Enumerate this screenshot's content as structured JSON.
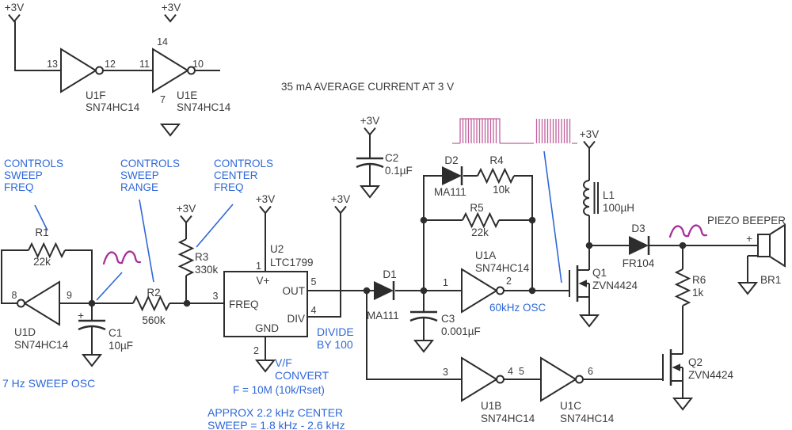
{
  "colors": {
    "wire": "#2d2d2d",
    "label": "#3c3c3c",
    "annotation_blue": "#2f68d8",
    "waveform_pink": "#c0619e",
    "waveform_magenta": "#a8309a",
    "background": "#ffffff"
  },
  "power_rail": "+3V",
  "note_top": "35 mA AVERAGE CURRENT AT 3 V",
  "annotations": {
    "sweep_freq": [
      "CONTROLS",
      "SWEEP",
      "FREQ"
    ],
    "sweep_range": [
      "CONTROLS",
      "SWEEP",
      "RANGE"
    ],
    "center_freq": [
      "CONTROLS",
      "CENTER",
      "FREQ"
    ],
    "sweep_osc": "7 Hz SWEEP OSC",
    "divide_1": "DIVIDE",
    "divide_2": "BY 100",
    "vf_1": "V/F",
    "vf_2": "CONVERT",
    "formula": "F = 10M (10k/Rset)",
    "approx_center": "APPROX 2.2 kHz CENTER",
    "sweep_span": "SWEEP = 1.8 kHz - 2.6 kHz",
    "osc_60k": "60kHz OSC",
    "piezo": "PIEZO BEEPER"
  },
  "gates": {
    "u1f": {
      "ref": "U1F",
      "part": "SN74HC14",
      "pin_in": "13",
      "pin_out": "12"
    },
    "u1e": {
      "ref": "U1E",
      "part": "SN74HC14",
      "pin_in": "11",
      "pin_out": "10",
      "pin_vcc": "14",
      "pin_gnd": "7"
    },
    "u1d": {
      "ref": "U1D",
      "part": "SN74HC14",
      "pin_in": "9",
      "pin_out": "8"
    },
    "u1a": {
      "ref": "U1A",
      "part": "SN74HC14",
      "pin_in": "1",
      "pin_out": "2"
    },
    "u1b": {
      "ref": "U1B",
      "part": "SN74HC14",
      "pin_in": "3",
      "pin_out": "4"
    },
    "u1c": {
      "ref": "U1C",
      "part": "SN74HC14",
      "pin_in": "5",
      "pin_out": "6"
    }
  },
  "u2": {
    "ref": "U2",
    "part": "LTC1799",
    "pin_vplus": "1",
    "pin_gnd": "2",
    "pin_freq": "3",
    "pin_div": "4",
    "pin_out": "5",
    "pad_vplus": "V+",
    "pad_out": "OUT",
    "pad_freq": "FREQ",
    "pad_div": "DIV",
    "pad_gnd": "GND"
  },
  "resistors": {
    "r1": {
      "ref": "R1",
      "value": "22k"
    },
    "r2": {
      "ref": "R2",
      "value": "560k"
    },
    "r3": {
      "ref": "R3",
      "value": "330k"
    },
    "r4": {
      "ref": "R4",
      "value": "10k"
    },
    "r5": {
      "ref": "R5",
      "value": "22k"
    },
    "r6": {
      "ref": "R6",
      "value": "1k"
    }
  },
  "capacitors": {
    "c1": {
      "ref": "C1",
      "value": "10µF",
      "polarity": "+"
    },
    "c2": {
      "ref": "C2",
      "value": "0.1µF"
    },
    "c3": {
      "ref": "C3",
      "value": "0.001µF"
    }
  },
  "diodes": {
    "d1": {
      "ref": "D1",
      "part": "MA111"
    },
    "d2": {
      "ref": "D2",
      "part": "MA111"
    },
    "d3": {
      "ref": "D3",
      "part": "FR104"
    }
  },
  "transistors": {
    "q1": {
      "ref": "Q1",
      "part": "ZVN4424"
    },
    "q2": {
      "ref": "Q2",
      "part": "ZVN4424"
    }
  },
  "inductor": {
    "ref": "L1",
    "value": "100µH"
  },
  "beeper": {
    "ref": "BR1",
    "plus": "+"
  }
}
